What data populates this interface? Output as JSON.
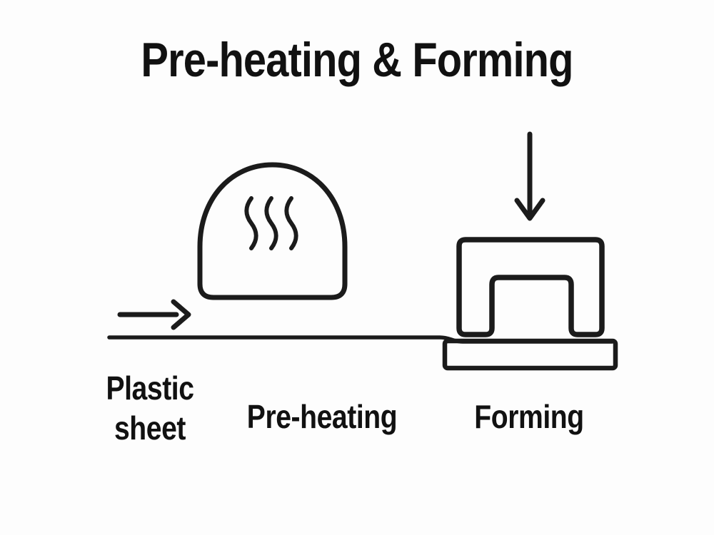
{
  "title": "Pre-heating & Forming",
  "stages": {
    "plastic_sheet": "Plastic\nsheet",
    "preheating": "Pre-heating",
    "forming": "Forming"
  },
  "icons": {
    "right_arrow": "→",
    "down_arrow": "↓",
    "heat_waves": "≋"
  },
  "colors": {
    "background": "#fdfdfd",
    "line": "#1b1b1b",
    "text": "#111111"
  }
}
